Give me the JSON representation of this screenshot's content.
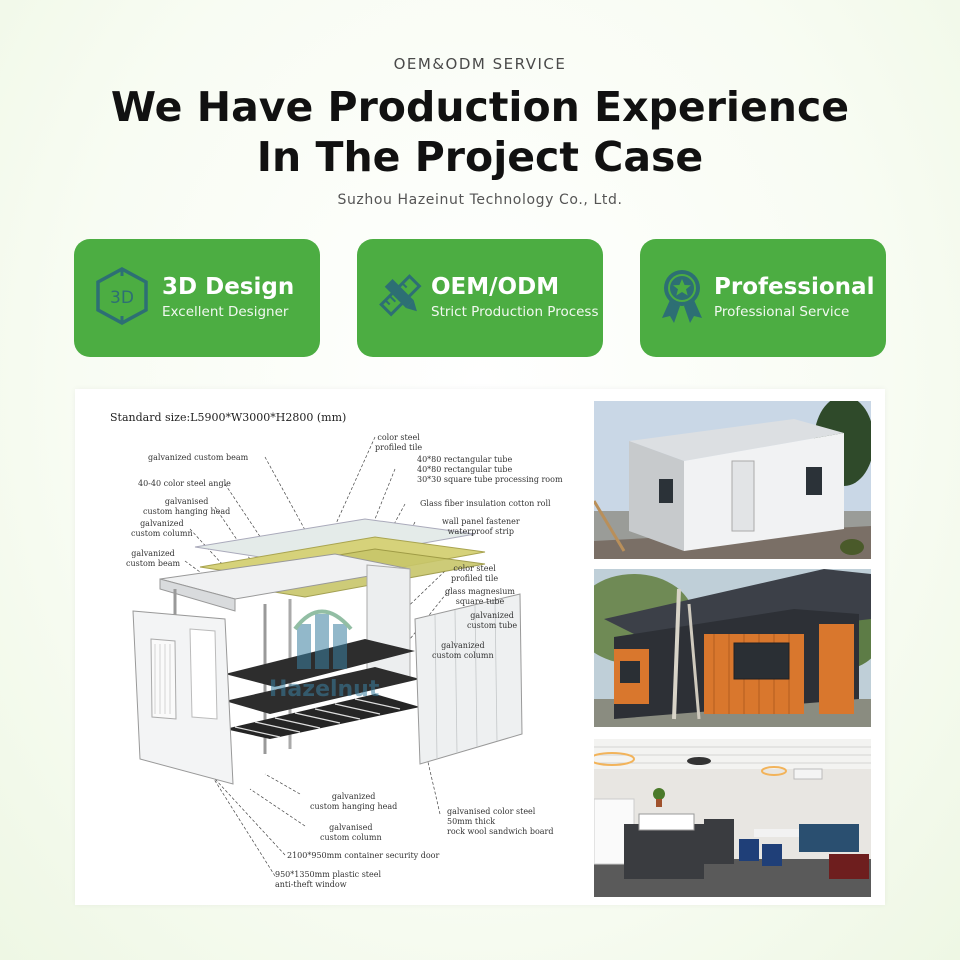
{
  "header": {
    "eyebrow": "OEM&ODM SERVICE",
    "title_line1": "We Have Production Experience",
    "title_line2": "In The Project Case",
    "company": "Suzhou Hazeinut Technology Co., Ltd."
  },
  "features": [
    {
      "icon": "3d-cube-icon",
      "title": "3D Design",
      "subtitle": "Excellent Designer"
    },
    {
      "icon": "pencil-ruler-icon",
      "title": "OEM/ODM",
      "subtitle": "Strict Production Process"
    },
    {
      "icon": "award-star-icon",
      "title": "Professional",
      "subtitle": "Professional Service"
    }
  ],
  "diagram": {
    "standard_size": "Standard size:L5900*W3000*H2800 (mm)",
    "watermark": "Hazelnut",
    "labels": {
      "color_steel_profiled_tile": "color steel\nprofiled tile",
      "galvanized_custom_beam": "galvanized custom beam",
      "rect_tube": "40*80 rectangular tube\n40*80 rectangular tube\n30*30 square tube processing room",
      "color_steel_angle": "40-40 color steel angle",
      "glass_fiber": "Glass fiber insulation cotton roll",
      "hanging_head_top": "galvanised\ncustom hanging head",
      "custom_column_top": "galvanized\ncustom column",
      "wall_panel_fastener": "wall panel fastener\nwaterproof strip",
      "custom_beam_left": "galvanized\ncustom beam",
      "color_steel_profiled_tile_2": "color steel\nprofiled tile",
      "glass_magnesium": "glass magnesium\nsquare tube",
      "custom_tube": "galvanized\ncustom tube",
      "custom_column_right": "galvanized\ncustom column",
      "hanging_head_bottom": "galvanized\ncustom hanging head",
      "custom_column_bottom": "galvanised\ncustom column",
      "security_door": "2100*950mm container security door",
      "window": "950*1350mm plastic steel\nanti-theft window",
      "rock_wool": "galvanised color steel\n50mm thick\nrock wool sandwich board"
    }
  },
  "colors": {
    "brand_green": "#4cad42",
    "icon_teal": "#2d6f74"
  }
}
